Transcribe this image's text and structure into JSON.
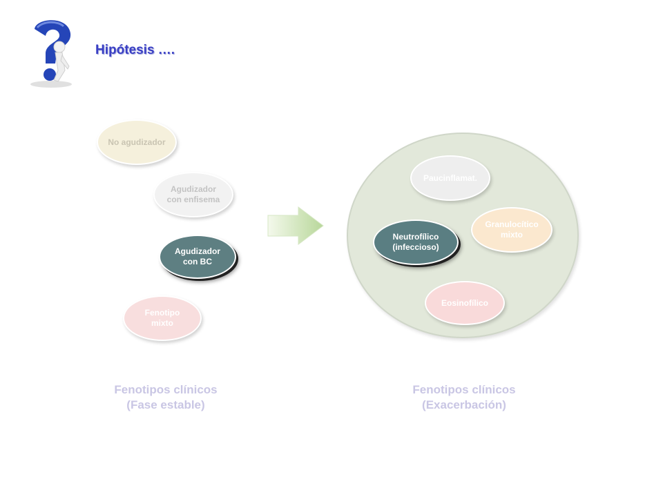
{
  "title": "Hipótesis ….",
  "icon": "question-mark-figure-icon",
  "stable_phase": {
    "nodes": [
      {
        "lines": [
          "No agudizador"
        ]
      },
      {
        "lines": [
          "Agudizador",
          "con enfisema"
        ]
      },
      {
        "lines": [
          "Agudizador",
          "con BC"
        ]
      },
      {
        "lines": [
          "Fenotipo",
          "mixto"
        ]
      }
    ],
    "caption": [
      "Fenotipos clínicos",
      "(Fase estable)"
    ]
  },
  "arrow": "arrow-right-icon",
  "exacerbation": {
    "nodes": [
      {
        "lines": [
          "Paucinflamat."
        ]
      },
      {
        "lines": [
          "Granulocítico",
          "mixto"
        ]
      },
      {
        "lines": [
          "Neutrofílico",
          "(infeccioso)"
        ]
      },
      {
        "lines": [
          "Eosinofílico"
        ]
      }
    ],
    "caption": [
      "Fenotipos clínicos",
      "(Exacerbación)"
    ]
  }
}
